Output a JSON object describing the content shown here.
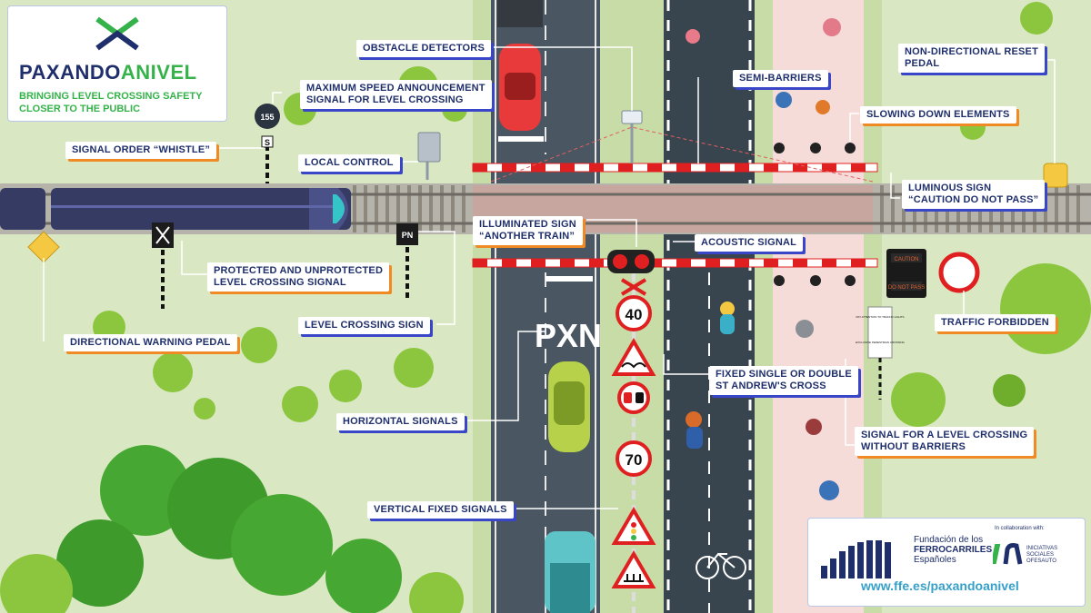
{
  "brand": {
    "name_part1": "PAXANDO",
    "name_part2": "ANIVEL",
    "tagline_line1": "BRINGING LEVEL CROSSING SAFETY",
    "tagline_line2": "CLOSER TO THE PUBLIC"
  },
  "labels": {
    "obstacle_detectors": "OBSTACLE DETECTORS",
    "max_speed_line1": "MAXIMUM SPEED ANNOUNCEMENT",
    "max_speed_line2": "SIGNAL FOR LEVEL CROSSING",
    "signal_order_whistle": "SIGNAL ORDER “WHISTLE”",
    "local_control": "LOCAL CONTROL",
    "semi_barriers": "SEMI-BARRIERS",
    "non_directional_line1": "NON-DIRECTIONAL RESET",
    "non_directional_line2": "PEDAL",
    "slowing_down": "SLOWING DOWN ELEMENTS",
    "luminous_sign_line1": "LUMINOUS SIGN",
    "luminous_sign_line2": "“CAUTION DO NOT PASS”",
    "illuminated_line1": "ILLUMINATED SIGN",
    "illuminated_line2": "“ANOTHER TRAIN”",
    "acoustic_signal": "ACOUSTIC SIGNAL",
    "protected_line1": "PROTECTED AND UNPROTECTED",
    "protected_line2": "LEVEL CROSSING SIGNAL",
    "level_crossing_sign": "LEVEL CROSSING SIGN",
    "traffic_forbidden": "TRAFFIC FORBIDDEN",
    "directional_pedal": "DIRECTIONAL WARNING PEDAL",
    "st_andrews_line1": "FIXED SINGLE OR DOUBLE",
    "st_andrews_line2": "ST ANDREW'S CROSS",
    "horizontal_signals": "HORIZONTAL SIGNALS",
    "no_barriers_line1": "SIGNAL FOR A LEVEL CROSSING",
    "no_barriers_line2": "WITHOUT BARRIERS",
    "vertical_fixed": "VERTICAL FIXED SIGNALS"
  },
  "scene_text": {
    "speed_sign_value": "155",
    "whistle_letter": "S",
    "pn_sign": "PN",
    "road_marking": "PXN",
    "speed_40": "40",
    "speed_70": "70",
    "caution_top": "CAUTION",
    "caution_bottom": "DO NOT PASS",
    "pedestrian_sign_top": "PAY ATTENTION TO TRAFFIC LIGHTS",
    "pedestrian_sign_bottom": "EXCLUSIVE PEDESTRIAN CROSSING"
  },
  "footer": {
    "org_line1": "Fundación de los",
    "org_line2": "FERROCARRILES",
    "org_line3": "Españoles",
    "collab": "In collaboration with:",
    "partner_line1": "INICIATIVAS",
    "partner_line2": "SOCIALES",
    "partner_line3": "OFESAUTO",
    "url": "www.ffe.es/paxandoanivel"
  },
  "colors": {
    "grass": "#d9e8c2",
    "road": "#4a5661",
    "bike_lane": "#38444e",
    "sidewalk": "#f6dcd8",
    "label_text": "#1f2f6b",
    "accent_orange": "#f08a24",
    "accent_blue": "#3a46c8",
    "accent_green": "#35b34a",
    "barrier_red": "#e02020"
  }
}
